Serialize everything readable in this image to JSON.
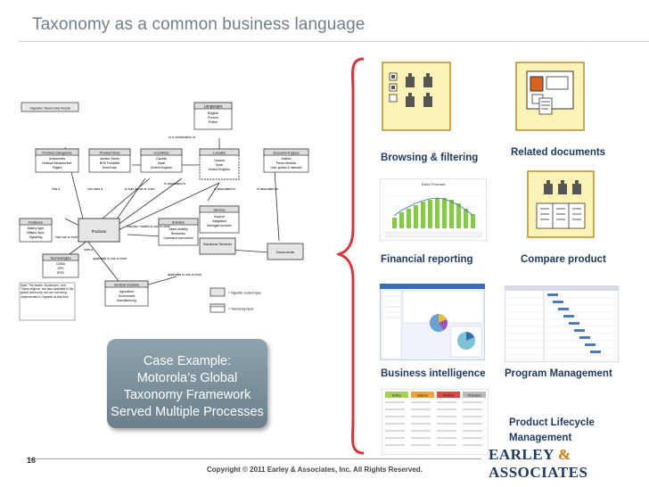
{
  "slide": {
    "title": "Taxonomy as a common business language",
    "page_number": "16",
    "copyright": "Copyright © 2011 Earley & Associates, Inc. All Rights Reserved.",
    "logo": {
      "left": "EARLEY ",
      "amp": "&",
      "right": " ASSOCIATES"
    }
  },
  "diagram": {
    "header": "Vignette Taxonomy facets",
    "boxes": {
      "languages": {
        "title": "Languages",
        "items": [
          "English",
          "French",
          "Polish"
        ]
      },
      "product_categories": {
        "title": "Product categories",
        "items": [
          "Accessories",
          "Network infrastructure",
          "Pagers"
        ]
      },
      "product_lines": {
        "title": "Product lines",
        "items": [
          "Advisor Series",
          "BOS Portables",
          "MotoTrack"
        ]
      },
      "countries": {
        "title": "Countries",
        "items": [
          "Canada",
          "Spain",
          "United Kingdom"
        ]
      },
      "locales": {
        "title": "Locales",
        "items": [
          "Canada",
          "Spain",
          "United Kingdom"
        ]
      },
      "document_types": {
        "title": "Document types",
        "items": [
          "Articles",
          "Press releases",
          "User guides & manuals"
        ]
      },
      "features": {
        "title": "Features",
        "items": [
          "Battery type",
          "Military Spec",
          "Signalling"
        ]
      },
      "products": {
        "title": "Products"
      },
      "solution": {
        "title": "Solution",
        "items": [
          "Asset visibility",
          "Biometrics",
          "Command and control"
        ]
      },
      "service": {
        "title": "Service",
        "items": [
          "Support",
          "Integration",
          "Managed services"
        ]
      },
      "solutions_services": {
        "title": "Solutions/ Services"
      },
      "documents": {
        "title": "Documents"
      },
      "technologies": {
        "title": "Technologies",
        "items": [
          "CDMA",
          "GPS",
          "RFID"
        ]
      },
      "vertical_markets": {
        "title": "Vertical markets",
        "items": [
          "Agriculture",
          "Government",
          "Manufacturing"
        ]
      }
    },
    "relations": [
      "Is a combination of",
      "Has a",
      "can have a",
      "Is sold in one or more",
      "Is associated to",
      "Is associated to",
      "Is associated to",
      "Includes / relates to one or more",
      "Has one or more",
      "applicable to one or more",
      "uses a",
      "applicable to one or more"
    ],
    "legend": [
      "= Vignette content type",
      "= Taxonomy facet"
    ],
    "note": "Note: The facets \"Audiences\" and \"Sales regions\" are also available in the global taxonomy, but are not being implemented in Vignette at this time."
  },
  "callout": {
    "lines": [
      "Case Example:",
      "Motorola’s Global",
      "Taxonomy Framework",
      "Served Multiple Processes"
    ]
  },
  "thumbnails": {
    "browsing": "Browsing & filtering",
    "related": "Related documents",
    "financial": "Financial reporting",
    "compare": "Compare product",
    "bi": "Business intelligence",
    "program": "Program Management",
    "plm": [
      "Product Lifecycle",
      "Management"
    ],
    "plm_headers": [
      "Active",
      "Mature",
      "Retired",
      "Obsolete"
    ],
    "report_title": "Sales Forecast"
  },
  "colors": {
    "title": "#6f7e8c",
    "label": "#1f3a5c",
    "brace": "#d9343a",
    "icon_fill": "#fdf3b6",
    "icon_border": "#b38e2b",
    "callout": "#7a8e9a",
    "logo_amp": "#c47a16"
  },
  "icons": [
    "grid-of-robots-icon",
    "document-layout-icon",
    "spreadsheet-icon"
  ]
}
